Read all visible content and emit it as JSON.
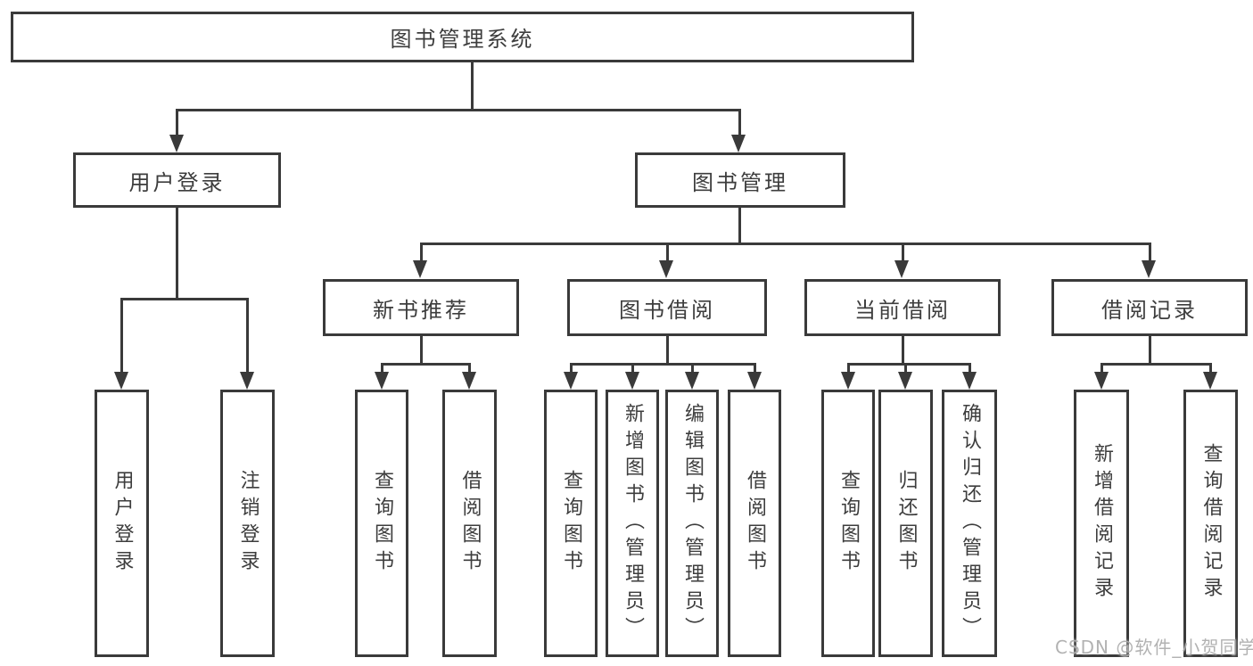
{
  "diagram": {
    "type": "hierarchy-tree",
    "nodes": {
      "root": {
        "label": "图书管理系统"
      },
      "level1": [
        {
          "label": "用户登录",
          "parent": "图书管理系统"
        },
        {
          "label": "图书管理",
          "parent": "图书管理系统"
        }
      ],
      "level2": [
        {
          "label": "新书推荐",
          "parent": "图书管理"
        },
        {
          "label": "图书借阅",
          "parent": "图书管理"
        },
        {
          "label": "当前借阅",
          "parent": "图书管理"
        },
        {
          "label": "借阅记录",
          "parent": "图书管理"
        }
      ],
      "leaves": [
        {
          "label": "用户登录",
          "parent": "用户登录"
        },
        {
          "label": "注销登录",
          "parent": "用户登录"
        },
        {
          "label": "查询图书",
          "parent": "新书推荐"
        },
        {
          "label": "借阅图书",
          "parent": "新书推荐"
        },
        {
          "label": "查询图书",
          "parent": "图书借阅"
        },
        {
          "label": "新增图书（管理员）",
          "parent": "图书借阅"
        },
        {
          "label": "编辑图书（管理员）",
          "parent": "图书借阅"
        },
        {
          "label": "借阅图书",
          "parent": "图书借阅"
        },
        {
          "label": "查询图书",
          "parent": "当前借阅"
        },
        {
          "label": "归还图书",
          "parent": "当前借阅"
        },
        {
          "label": "确认归还（管理员）",
          "parent": "当前借阅"
        },
        {
          "label": "新增借阅记录",
          "parent": "借阅记录"
        },
        {
          "label": "查询借阅记录",
          "parent": "借阅记录"
        }
      ]
    },
    "colors": {
      "line": "#3a3a3a",
      "text": "#3d3d3d",
      "background": "#ffffff",
      "watermark": "#ababab"
    }
  },
  "watermark": {
    "text": "CSDN @软件_小贺同学"
  }
}
